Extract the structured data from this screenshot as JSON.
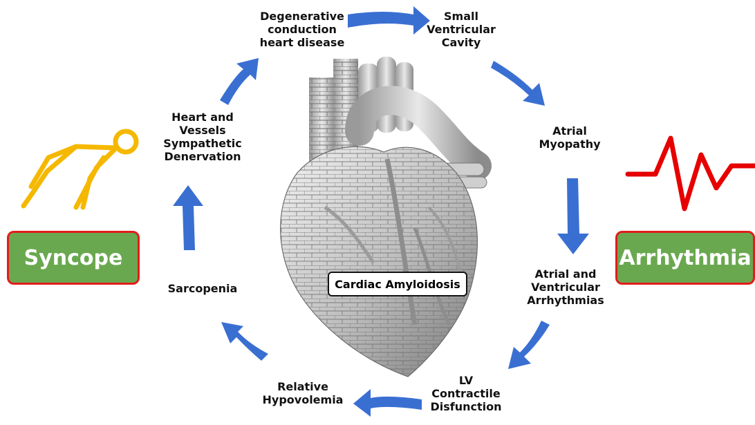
{
  "center": {
    "label": "Cardiac Amyloidosis"
  },
  "nodes": {
    "degenerative": [
      "Degenerative",
      "conduction",
      "heart disease"
    ],
    "small_ventricular": [
      "Small",
      "Ventricular",
      "Cavity"
    ],
    "atrial_myopathy": [
      "Atrial",
      "Myopathy"
    ],
    "atrial_ventricular": [
      "Atrial and",
      "Ventricular",
      "Arrhythmias"
    ],
    "lv_contractile": [
      "LV",
      "Contractile",
      "Disfunction"
    ],
    "relative_hypovolemia": [
      "Relative",
      "Hypovolemia"
    ],
    "sarcopenia": [
      "Sarcopenia"
    ],
    "heart_vessels": [
      "Heart and",
      "Vessels",
      "Sympathetic",
      "Denervation"
    ]
  },
  "outcomes": {
    "left": "Syncope",
    "right": "Arrhythmia"
  },
  "icons": {
    "left": "fainting-person-icon",
    "right": "ecg-pulse-icon",
    "center": "brick-heart-illustration"
  },
  "colors": {
    "arrow": "#3a6fd2",
    "badge_fill": "#6aa84f",
    "badge_border": "#e21c1c",
    "syncope_icon": "#f5b800",
    "ecg_icon": "#e60000"
  }
}
